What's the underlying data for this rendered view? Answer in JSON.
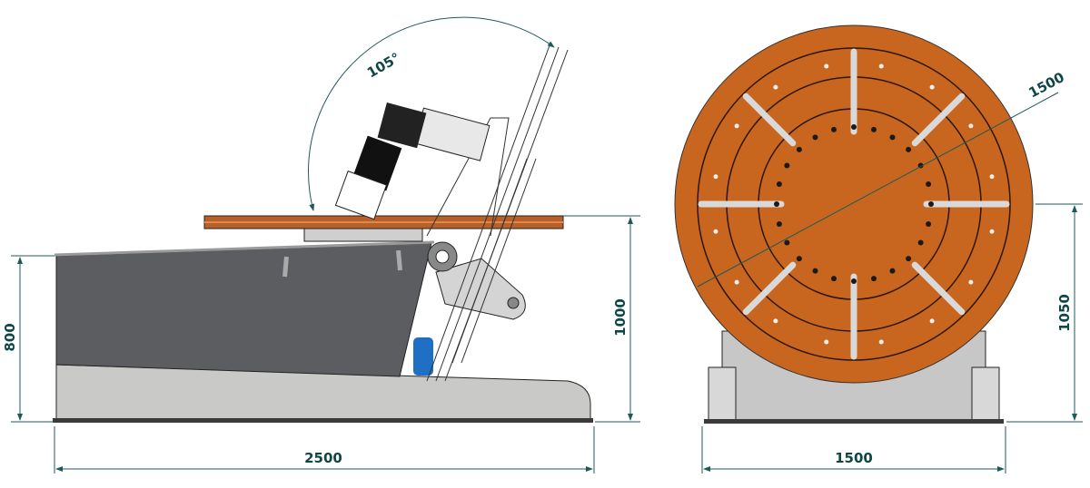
{
  "colors": {
    "table": "#c8661f",
    "body_dark": "#5c5d60",
    "base_light": "#c9c9c7",
    "motor_blue": "#1f6fc4",
    "dimension": "#0f4646"
  },
  "side_view": {
    "tilt_angle_label": "105°",
    "height_body_label": "800",
    "height_table_label": "1000",
    "length_label": "2500"
  },
  "front_view": {
    "table_diameter_label": "1500",
    "height_center_label": "1050",
    "width_label": "1500"
  }
}
